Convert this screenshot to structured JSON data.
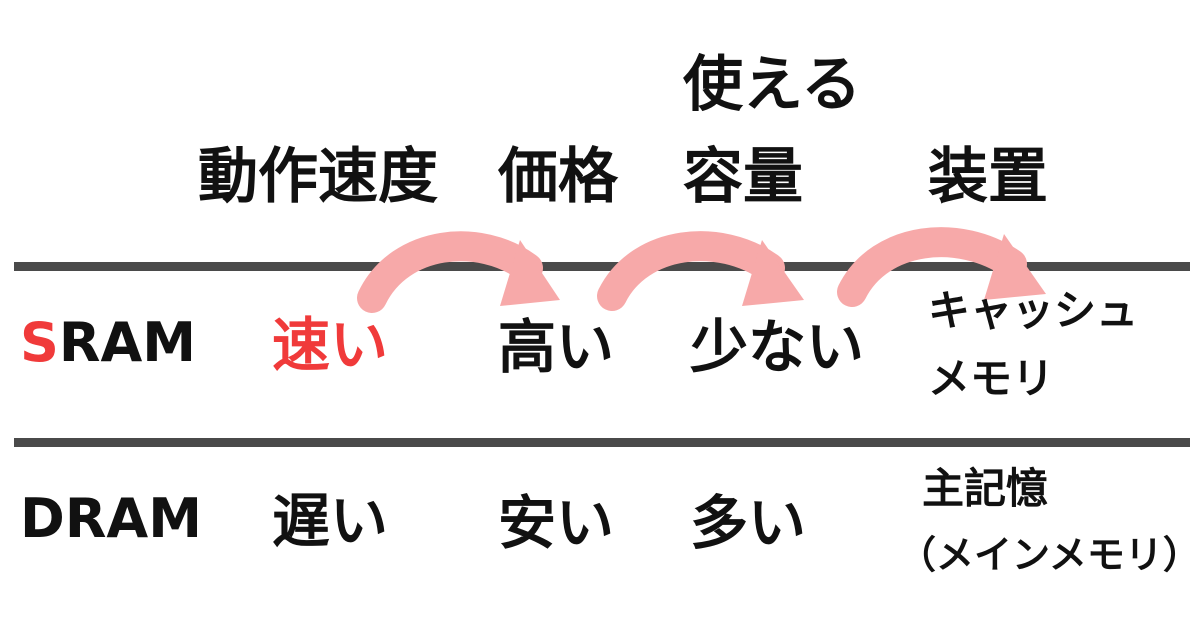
{
  "headers": {
    "speed": "動作速度",
    "price": "価格",
    "capacity_line1": "使える",
    "capacity_line2": "容量",
    "device": "装置"
  },
  "rows": [
    {
      "label_first": "S",
      "label_rest": "RAM",
      "speed": "速い",
      "price": "高い",
      "capacity": "少ない",
      "device_line1": "キャッシュ",
      "device_line2": "メモリ"
    },
    {
      "label_first": "D",
      "label_rest": "RAM",
      "speed": "遅い",
      "price": "安い",
      "capacity": "多い",
      "device_line1": "主記憶",
      "device_line2": "（メインメモリ）"
    }
  ],
  "colors": {
    "accent": "#f03a3a",
    "arrow": "#f7a9a9",
    "rule": "#4a4a4a",
    "text": "#111111"
  }
}
